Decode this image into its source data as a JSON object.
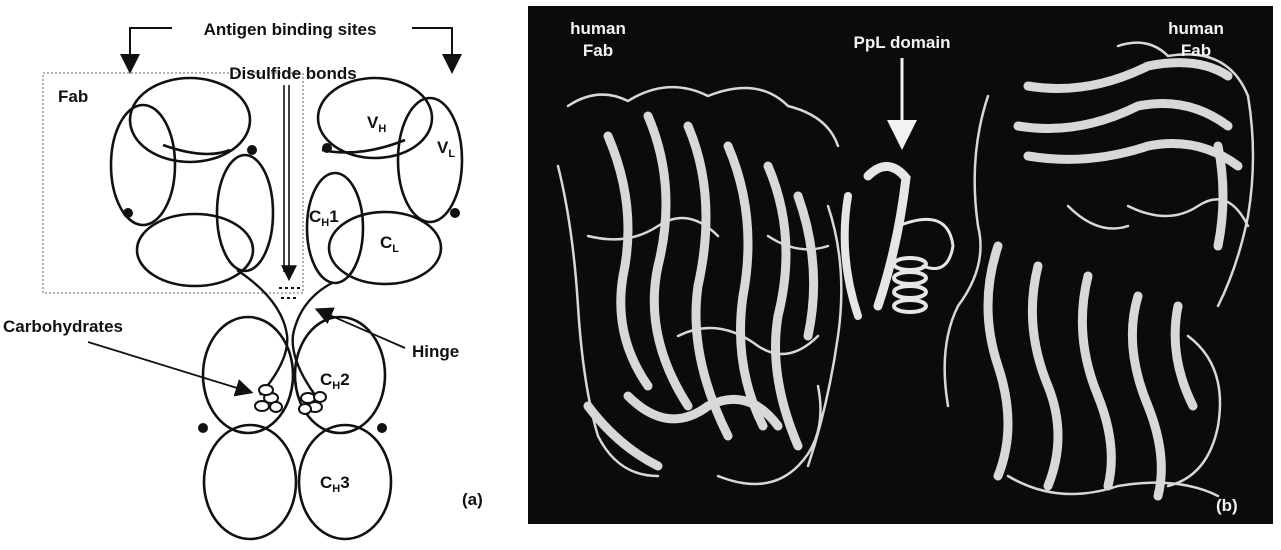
{
  "panel_a": {
    "labels": {
      "antigen_binding_sites": "Antigen binding sites",
      "disulfide_bonds": "Disulfide bonds",
      "fab": "Fab",
      "carbohydrates": "Carbohydrates",
      "hinge": "Hinge",
      "panel_letter": "(a)"
    },
    "domains": {
      "vh": {
        "main": "V",
        "sub": "H"
      },
      "vl": {
        "main": "V",
        "sub": "L"
      },
      "ch1": {
        "main": "C",
        "sub": "H",
        "suffix": "1"
      },
      "cl": {
        "main": "C",
        "sub": "L"
      },
      "ch2": {
        "main": "C",
        "sub": "H",
        "suffix": "2"
      },
      "ch3": {
        "main": "C",
        "sub": "H",
        "suffix": "3"
      }
    }
  },
  "panel_b": {
    "labels": {
      "human_fab_left_1": "human",
      "human_fab_left_2": "Fab",
      "ppl_domain": "PpL domain",
      "human_fab_right_1": "human",
      "human_fab_right_2": "Fab",
      "panel_letter": "(b)"
    },
    "colors": {
      "background": "#0b0b0b",
      "ribbon": "#d8d8d8"
    }
  }
}
